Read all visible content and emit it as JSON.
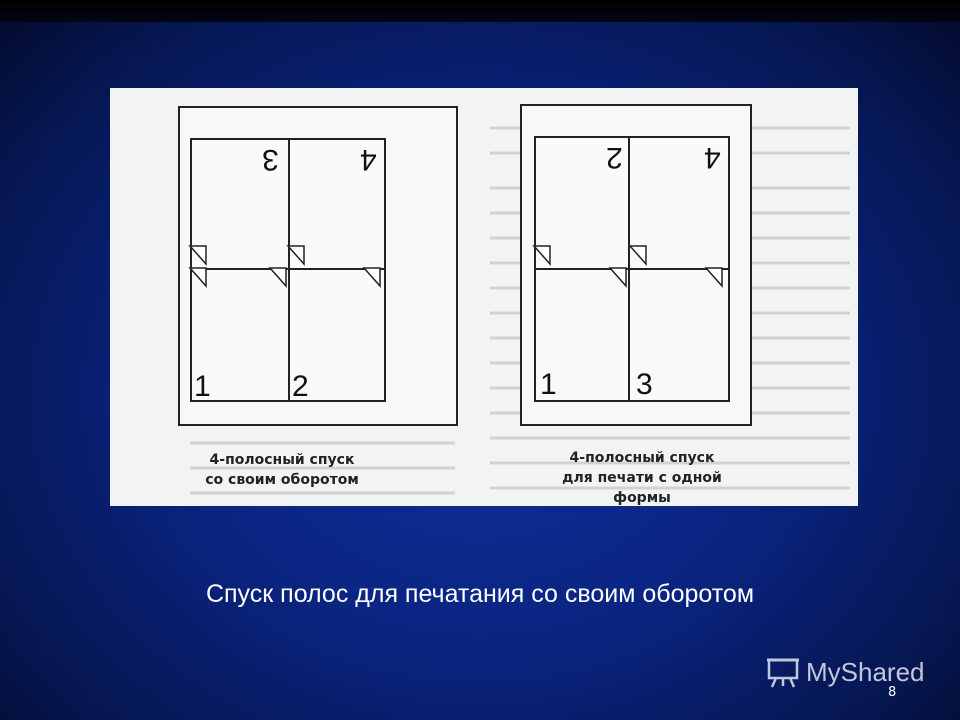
{
  "slide": {
    "title": "Спуск полос для печатания со своим оборотом",
    "page_number": "8"
  },
  "figure": {
    "left": {
      "caption_line1": "4-полосный спуск",
      "caption_line2": "со своим оборотом",
      "top_numbers": [
        "3",
        "4"
      ],
      "bottom_numbers": [
        "1",
        "2"
      ]
    },
    "right": {
      "caption_line1": "4-полосный спуск",
      "caption_line2": "для печати с одной формы",
      "top_numbers": [
        "2",
        "4"
      ],
      "bottom_numbers": [
        "1",
        "3"
      ]
    }
  },
  "logo": {
    "text": "MyShared",
    "icon": "presentation-board-icon"
  },
  "colors": {
    "background": "#0a2480",
    "figure_background": "#f2f4f3",
    "title_text": "#ffffff"
  }
}
